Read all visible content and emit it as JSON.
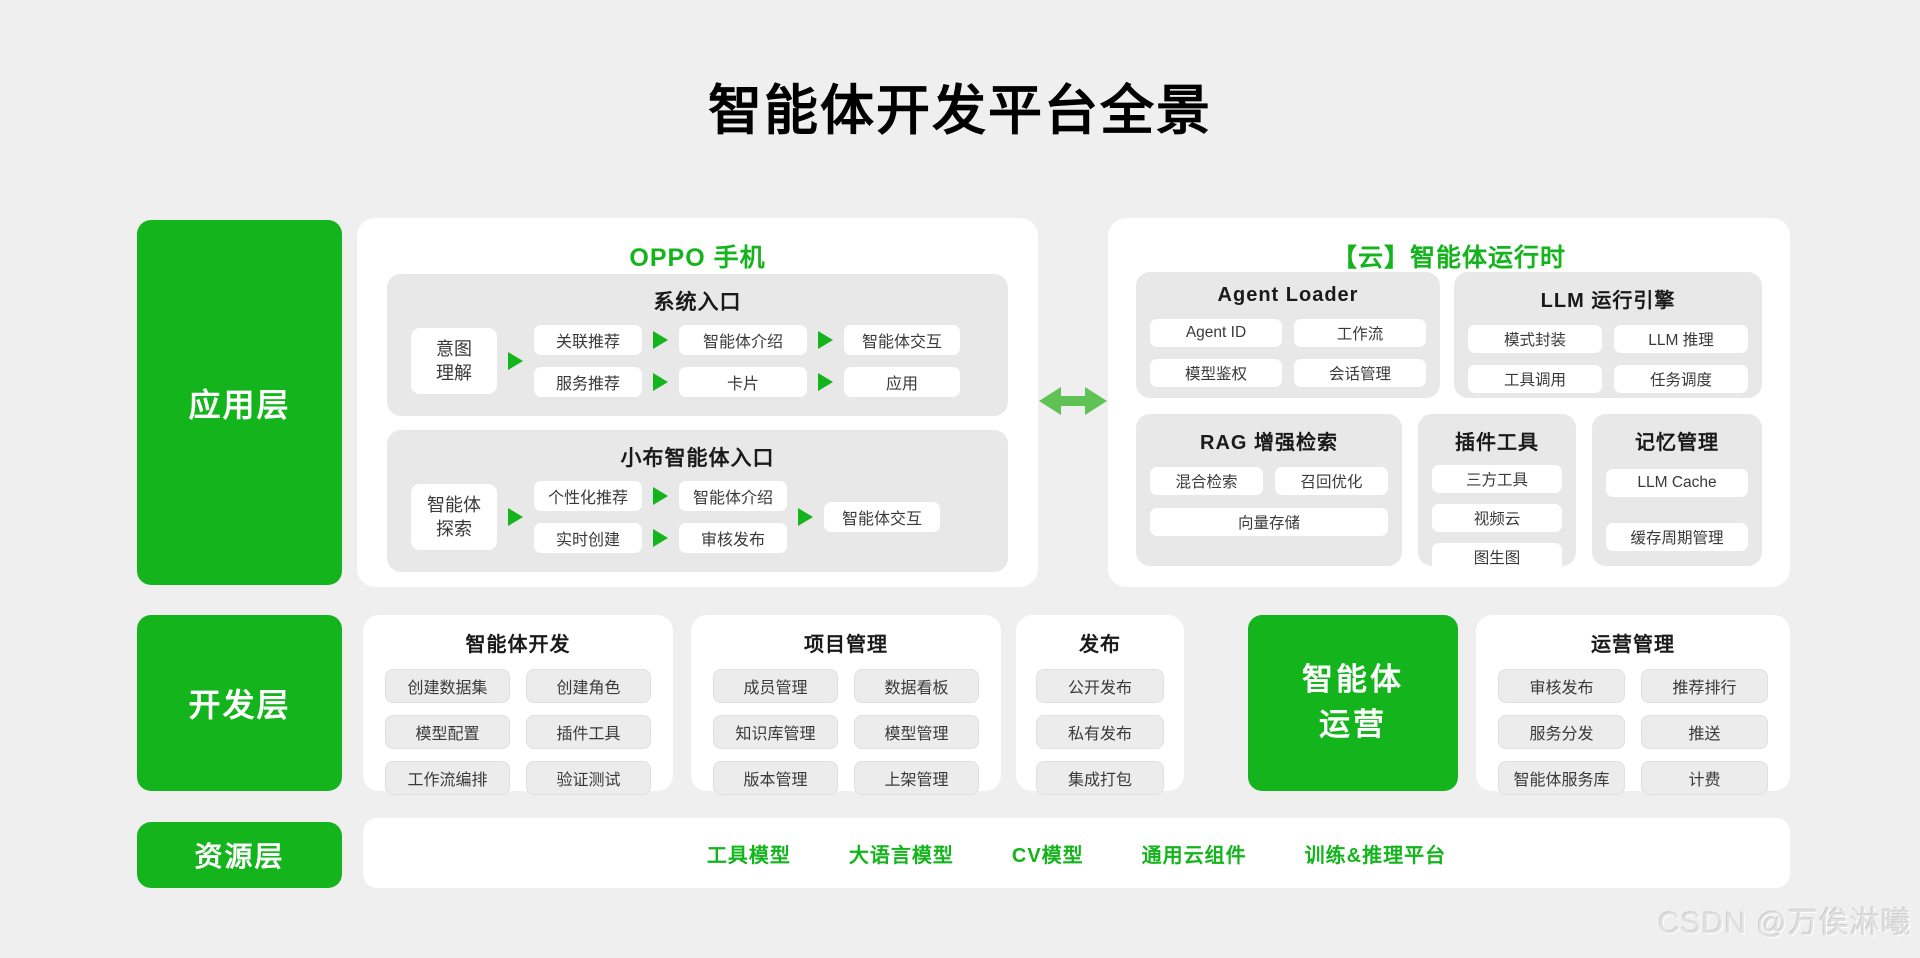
{
  "title": "智能体开发平台全景",
  "layers": {
    "app": "应用层",
    "dev": "开发层",
    "res": "资源层"
  },
  "oppo": {
    "title": "OPPO 手机",
    "system_entry": {
      "title": "系统入口",
      "source_line1": "意图",
      "source_line2": "理解",
      "r1c1": "关联推荐",
      "r1c2": "智能体介绍",
      "r1c3": "智能体交互",
      "r2c1": "服务推荐",
      "r2c2": "卡片",
      "r2c3": "应用"
    },
    "xiaobu_entry": {
      "title": "小布智能体入口",
      "source_line1": "智能体",
      "source_line2": "探索",
      "r1c1": "个性化推荐",
      "r1c2": "智能体介绍",
      "r2c1": "实时创建",
      "r2c2": "审核发布",
      "sink": "智能体交互"
    }
  },
  "cloud": {
    "title": "【云】智能体运行时",
    "agent_loader": {
      "title": "Agent Loader",
      "items": [
        "Agent ID",
        "工作流",
        "模型鉴权",
        "会话管理"
      ]
    },
    "llm_engine": {
      "title": "LLM 运行引擎",
      "items": [
        "模式封装",
        "LLM 推理",
        "工具调用",
        "任务调度"
      ]
    },
    "rag": {
      "title": "RAG 增强检索",
      "items": [
        "混合检索",
        "召回优化",
        "向量存储"
      ]
    },
    "plugin_tools": {
      "title": "插件工具",
      "items": [
        "三方工具",
        "视频云",
        "图生图"
      ]
    },
    "memory": {
      "title": "记忆管理",
      "items": [
        "LLM Cache",
        "缓存周期管理"
      ]
    }
  },
  "dev_row": {
    "agent_dev": {
      "title": "智能体开发",
      "items": [
        "创建数据集",
        "创建角色",
        "模型配置",
        "插件工具",
        "工作流编排",
        "验证测试"
      ]
    },
    "project": {
      "title": "项目管理",
      "items": [
        "成员管理",
        "数据看板",
        "知识库管理",
        "模型管理",
        "版本管理",
        "上架管理"
      ]
    },
    "publish": {
      "title": "发布",
      "items": [
        "公开发布",
        "私有发布",
        "集成打包"
      ]
    },
    "ops_block_line1": "智能体",
    "ops_block_line2": "运营",
    "ops_mgmt": {
      "title": "运营管理",
      "items": [
        "审核发布",
        "推荐排行",
        "服务分发",
        "推送",
        "智能体服务库",
        "计费"
      ]
    }
  },
  "resources": {
    "items": [
      "工具模型",
      "大语言模型",
      "CV模型",
      "通用云组件",
      "训练&推理平台"
    ]
  },
  "watermark": "CSDN @万俟淋曦",
  "colors": {
    "brand_green": "#14b41c",
    "arrow_green": "#14b41c",
    "double_arrow_green": "#5fc254",
    "background": "#efefef"
  }
}
